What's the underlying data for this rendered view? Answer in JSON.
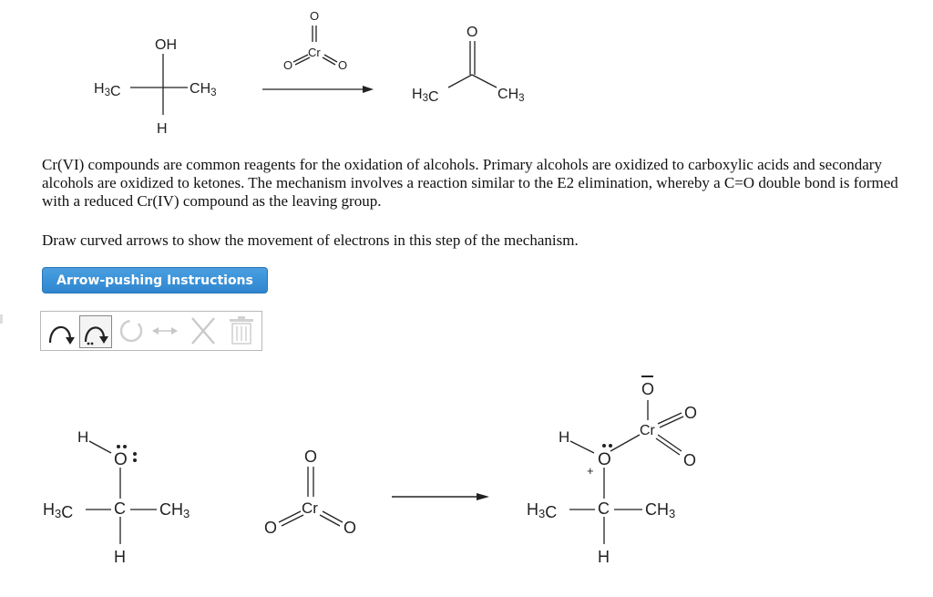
{
  "reaction_top": {
    "reactant": {
      "oh": "OH",
      "h3c": "H3C",
      "ch3": "CH3",
      "h": "H"
    },
    "reagent": {
      "o_top": "O",
      "cr": "Cr",
      "o_left": "O",
      "o_right": "O"
    },
    "product": {
      "o": "O",
      "h3c": "H3C",
      "ch3": "CH3"
    }
  },
  "description": "Cr(VI) compounds are common reagents for the oxidation of alcohols. Primary alcohols are oxidized to carboxylic acids and secondary alcohols are oxidized to ketones. The mechanism involves a reaction similar to the E2 elimination, whereby a C=O double bond is formed with a reduced Cr(IV) compound as the leaving group.",
  "prompt": "Draw curved arrows to show the movement of electrons in this step of the mechanism.",
  "instructions_button": "Arrow-pushing Instructions",
  "toolbar": {
    "tools": [
      "double-curved-arrow-icon",
      "single-curved-arrow-icon",
      "circle-select-icon",
      "resonance-arrow-icon",
      "delete-x-icon",
      "trash-icon"
    ]
  },
  "mechanism": {
    "reactant": {
      "h": "H",
      "o": "O",
      "c": "C",
      "h3c": "H3C",
      "ch3": "CH3",
      "h_bottom": "H"
    },
    "reagent": {
      "o_top": "O",
      "cr": "Cr",
      "o_left": "O",
      "o_right": "O"
    },
    "product": {
      "h": "H",
      "o": "O",
      "plus": "+",
      "o_top": "O",
      "cr": "Cr",
      "o_right_top": "O",
      "o_right_bottom": "O",
      "c": "C",
      "h3c": "H3C",
      "ch3": "CH3",
      "h_bottom": "H"
    }
  }
}
